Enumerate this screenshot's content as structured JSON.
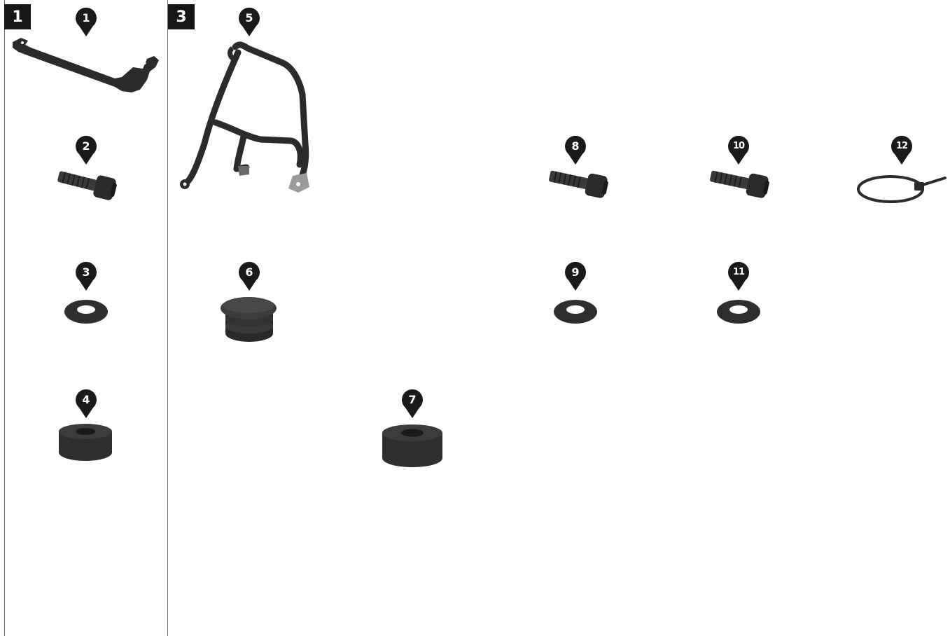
{
  "steps": [
    {
      "label": "1"
    },
    {
      "label": "3"
    }
  ],
  "parts": [
    {
      "number": "1",
      "icon": "mounting-bracket-icon"
    },
    {
      "number": "2",
      "icon": "socket-screw-icon"
    },
    {
      "number": "3",
      "icon": "washer-icon"
    },
    {
      "number": "4",
      "icon": "spacer-icon"
    },
    {
      "number": "5",
      "icon": "crash-bar-frame-icon"
    },
    {
      "number": "6",
      "icon": "end-cap-plug-icon"
    },
    {
      "number": "7",
      "icon": "spacer-icon"
    },
    {
      "number": "8",
      "icon": "socket-screw-icon"
    },
    {
      "number": "9",
      "icon": "washer-icon"
    },
    {
      "number": "10",
      "icon": "socket-screw-icon"
    },
    {
      "number": "11",
      "icon": "washer-icon"
    },
    {
      "number": "12",
      "icon": "cable-tie-icon"
    }
  ],
  "colors": {
    "part": "#2b2b2b",
    "marker": "#1a1a1a",
    "divider": "#666666"
  }
}
